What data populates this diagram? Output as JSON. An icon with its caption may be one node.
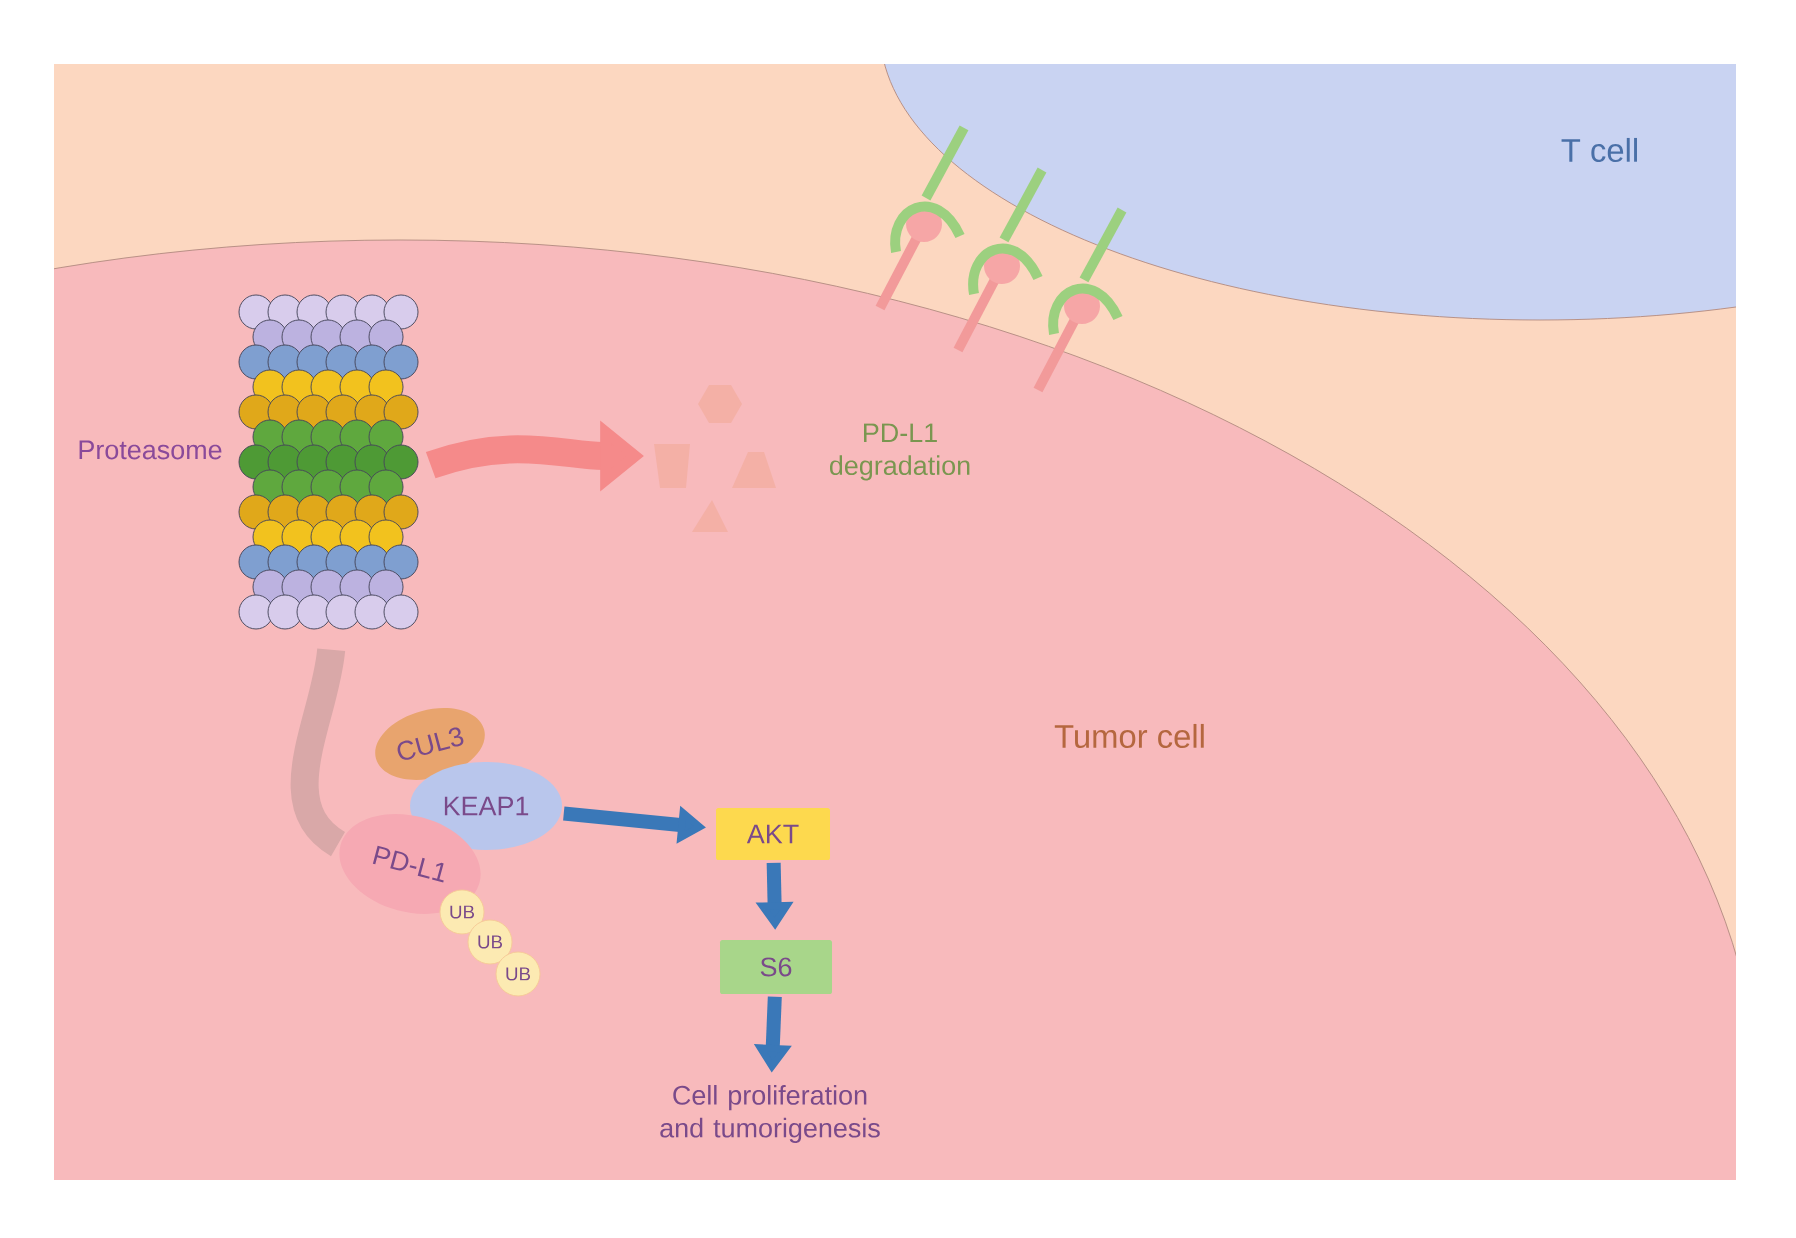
{
  "diagram": {
    "nodes": [
      {
        "text": [
          "Tumor cell"
        ]
      },
      {
        "text": [
          "T cell"
        ]
      },
      {
        "text": [],
        "shape": "picture",
        "beside": [
          "Proteasome"
        ],
        "in": 0
      },
      {
        "text": [],
        "shape": "picture",
        "beside": [
          "PD-L1 degradation"
        ],
        "in": 0
      },
      {
        "text": [
          "CUL3"
        ],
        "in": 0
      },
      {
        "text": [
          "KEAP1"
        ],
        "in": 0
      },
      {
        "text": [
          "PD-L1"
        ],
        "in": 0
      },
      {
        "text": [
          "UB"
        ],
        "in": 0
      },
      {
        "text": [
          "UB"
        ],
        "in": 0
      },
      {
        "text": [
          "UB"
        ],
        "in": 0
      },
      {
        "text": [
          "AKT"
        ],
        "in": 0
      },
      {
        "text": [
          "S6"
        ],
        "in": 0
      },
      {
        "text": [
          "Cell proliferation and tumorigenesis"
        ],
        "in": 0
      }
    ],
    "edges": [
      {
        "from": 2,
        "to": 3,
        "arrow": "to",
        "style": "thick",
        "color": "#f58a8a"
      },
      {
        "from": 6,
        "to": 2,
        "arrow": "none",
        "style": "thick",
        "color": "#d9a8a8"
      },
      {
        "from": 5,
        "to": 10,
        "arrow": "to"
      },
      {
        "from": 10,
        "to": 11,
        "arrow": "to"
      },
      {
        "from": 11,
        "to": 12,
        "arrow": "to"
      }
    ]
  }
}
